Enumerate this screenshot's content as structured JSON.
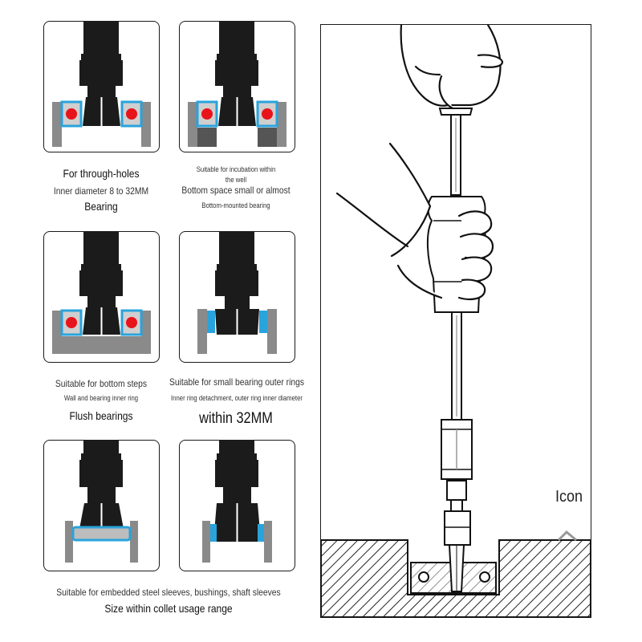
{
  "captions": {
    "c1": {
      "line1": "For through-holes",
      "line2": "Inner diameter 8 to 32MM",
      "line3": "Bearing"
    },
    "c2": {
      "line1": "Suitable for incubation within",
      "line2": "the well",
      "line3": "Bottom space small or almost",
      "line4": "Bottom-mounted bearing"
    },
    "c3": {
      "line1": "Suitable for bottom steps",
      "line2": "Wall and bearing inner ring",
      "line3": "Flush bearings"
    },
    "c4": {
      "line1": "Suitable for small bearing outer rings",
      "line2": "Inner ring detachment, outer ring inner diameter",
      "line3": "within 32MM"
    },
    "c5": {
      "line1": "Suitable for embedded steel sleeves, bushings, shaft sleeves",
      "line2": "Size within collet usage range"
    }
  },
  "illustration": {
    "label": "Icon"
  },
  "colors": {
    "tool": "#1b1b1b",
    "ring_blue": "#29a3dc",
    "ball_red": "#e8141b",
    "gray": "#8a8a8a",
    "light_gray": "#cfcfcf"
  }
}
